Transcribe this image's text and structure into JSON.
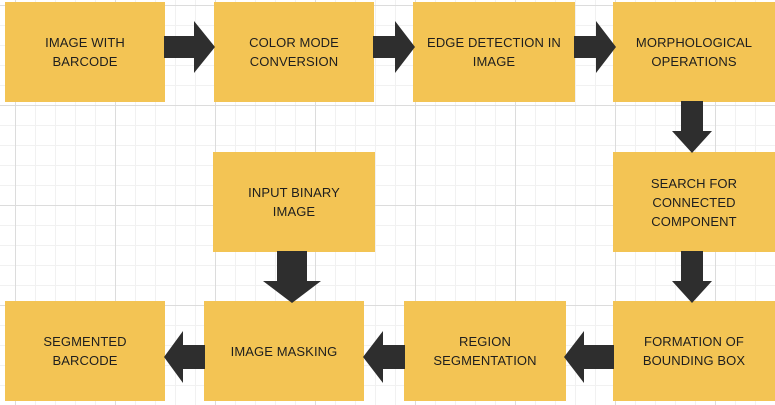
{
  "diagram": {
    "nodes": [
      {
        "id": "image-with-barcode",
        "label": "IMAGE WITH\nBARCODE"
      },
      {
        "id": "color-mode-conversion",
        "label": "COLOR MODE\nCONVERSION"
      },
      {
        "id": "edge-detection",
        "label": "EDGE DETECTION IN\nIMAGE"
      },
      {
        "id": "morphological-operations",
        "label": "MORPHOLOGICAL\nOPERATIONS"
      },
      {
        "id": "search-connected-component",
        "label": "SEARCH FOR\nCONNECTED\nCOMPONENT"
      },
      {
        "id": "formation-bounding-box",
        "label": "FORMATION OF\nBOUNDING BOX"
      },
      {
        "id": "region-segmentation",
        "label": "REGION\nSEGMENTATION"
      },
      {
        "id": "image-masking",
        "label": "IMAGE MASKING"
      },
      {
        "id": "segmented-barcode",
        "label": "SEGMENTED\nBARCODE"
      },
      {
        "id": "input-binary-image",
        "label": "INPUT BINARY\nIMAGE"
      }
    ],
    "edges": [
      {
        "from": "image-with-barcode",
        "to": "color-mode-conversion"
      },
      {
        "from": "color-mode-conversion",
        "to": "edge-detection"
      },
      {
        "from": "edge-detection",
        "to": "morphological-operations"
      },
      {
        "from": "morphological-operations",
        "to": "search-connected-component"
      },
      {
        "from": "search-connected-component",
        "to": "formation-bounding-box"
      },
      {
        "from": "formation-bounding-box",
        "to": "region-segmentation"
      },
      {
        "from": "region-segmentation",
        "to": "image-masking"
      },
      {
        "from": "image-masking",
        "to": "segmented-barcode"
      },
      {
        "from": "input-binary-image",
        "to": "image-masking"
      }
    ],
    "colors": {
      "node_fill": "#f3c454",
      "arrow_fill": "#2e2e2e",
      "text": "#1e1e1e",
      "grid_major": "#dcdcdc",
      "grid_minor": "#f1f1f1"
    }
  }
}
